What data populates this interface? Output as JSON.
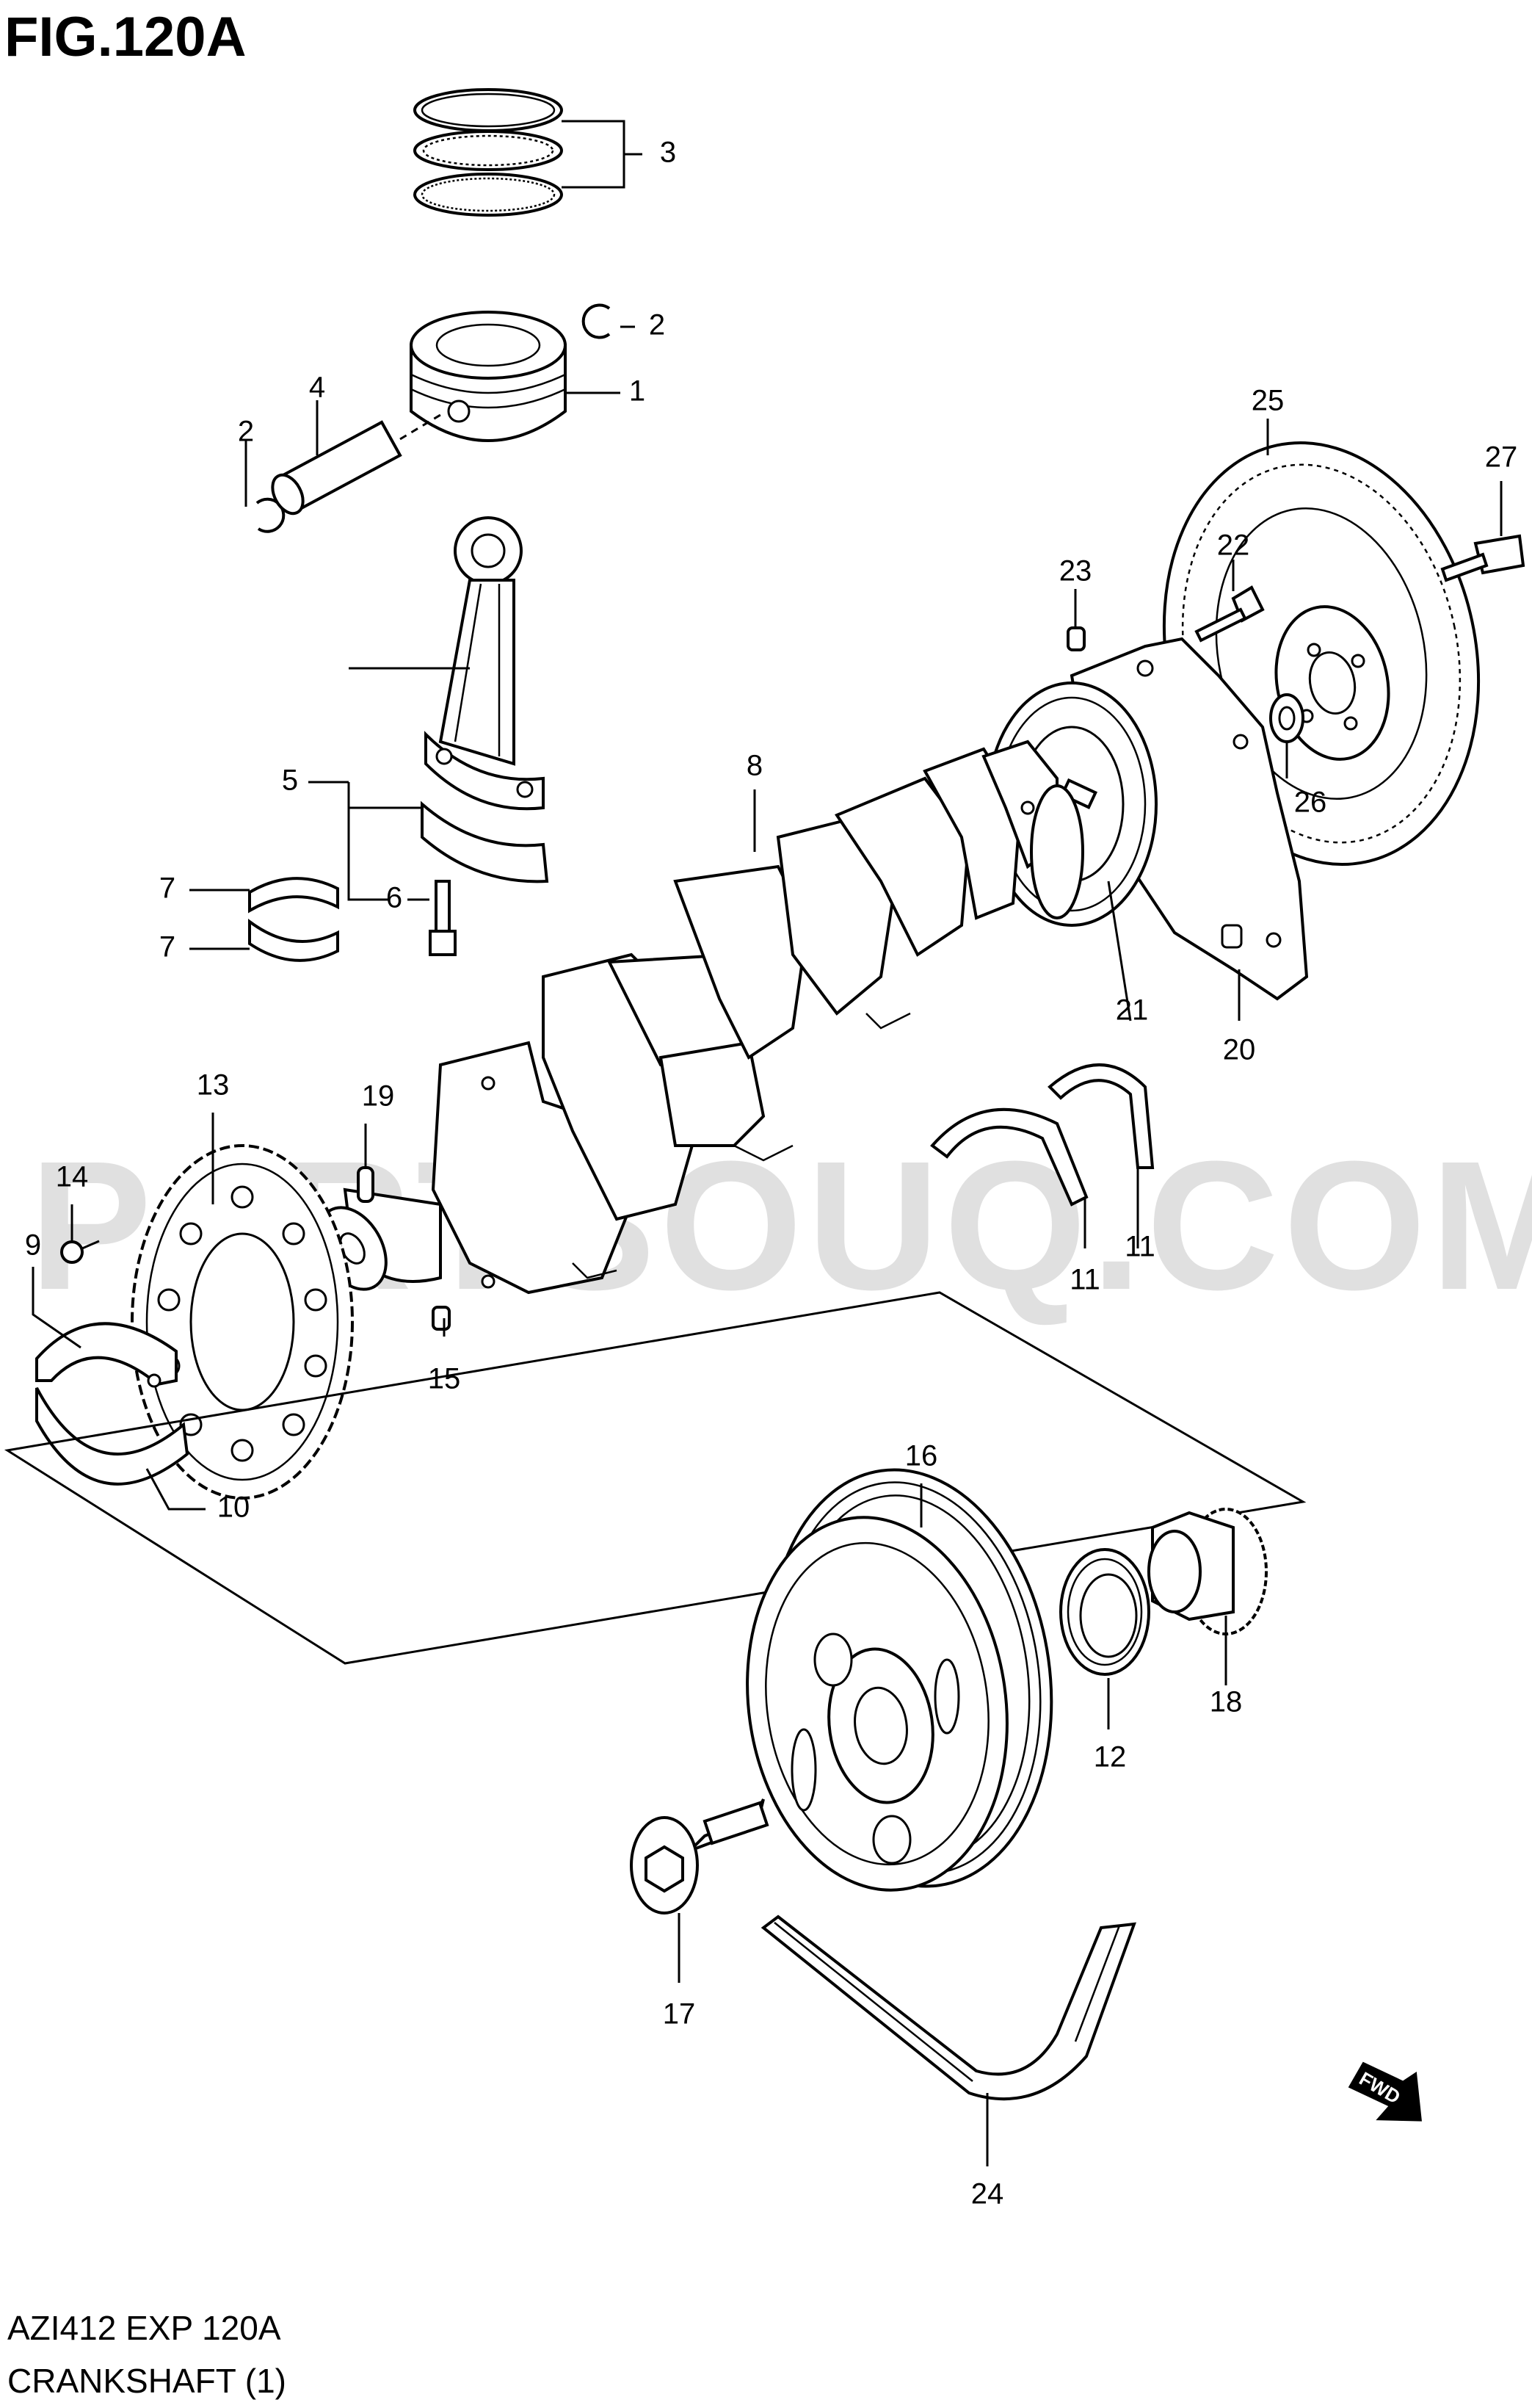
{
  "figure": {
    "title": "FIG.120A",
    "code": "AZI412 EXP 120A",
    "caption": "CRANKSHAFT (1)",
    "watermark": "PARTSOUQ.COM",
    "fwd_label": "FWD"
  },
  "callouts": [
    {
      "id": "c1",
      "label": "1"
    },
    {
      "id": "c2a",
      "label": "2"
    },
    {
      "id": "c2b",
      "label": "2"
    },
    {
      "id": "c3",
      "label": "3"
    },
    {
      "id": "c4",
      "label": "4"
    },
    {
      "id": "c5",
      "label": "5"
    },
    {
      "id": "c6",
      "label": "6"
    },
    {
      "id": "c7a",
      "label": "7"
    },
    {
      "id": "c7b",
      "label": "7"
    },
    {
      "id": "c8",
      "label": "8"
    },
    {
      "id": "c9",
      "label": "9"
    },
    {
      "id": "c10",
      "label": "10"
    },
    {
      "id": "c11a",
      "label": "11"
    },
    {
      "id": "c11b",
      "label": "11"
    },
    {
      "id": "c12",
      "label": "12"
    },
    {
      "id": "c13",
      "label": "13"
    },
    {
      "id": "c14",
      "label": "14"
    },
    {
      "id": "c15",
      "label": "15"
    },
    {
      "id": "c16",
      "label": "16"
    },
    {
      "id": "c17",
      "label": "17"
    },
    {
      "id": "c18",
      "label": "18"
    },
    {
      "id": "c19",
      "label": "19"
    },
    {
      "id": "c20",
      "label": "20"
    },
    {
      "id": "c21",
      "label": "21"
    },
    {
      "id": "c22",
      "label": "22"
    },
    {
      "id": "c23",
      "label": "23"
    },
    {
      "id": "c24",
      "label": "24"
    },
    {
      "id": "c25",
      "label": "25"
    },
    {
      "id": "c26",
      "label": "26"
    },
    {
      "id": "c27",
      "label": "27"
    }
  ]
}
